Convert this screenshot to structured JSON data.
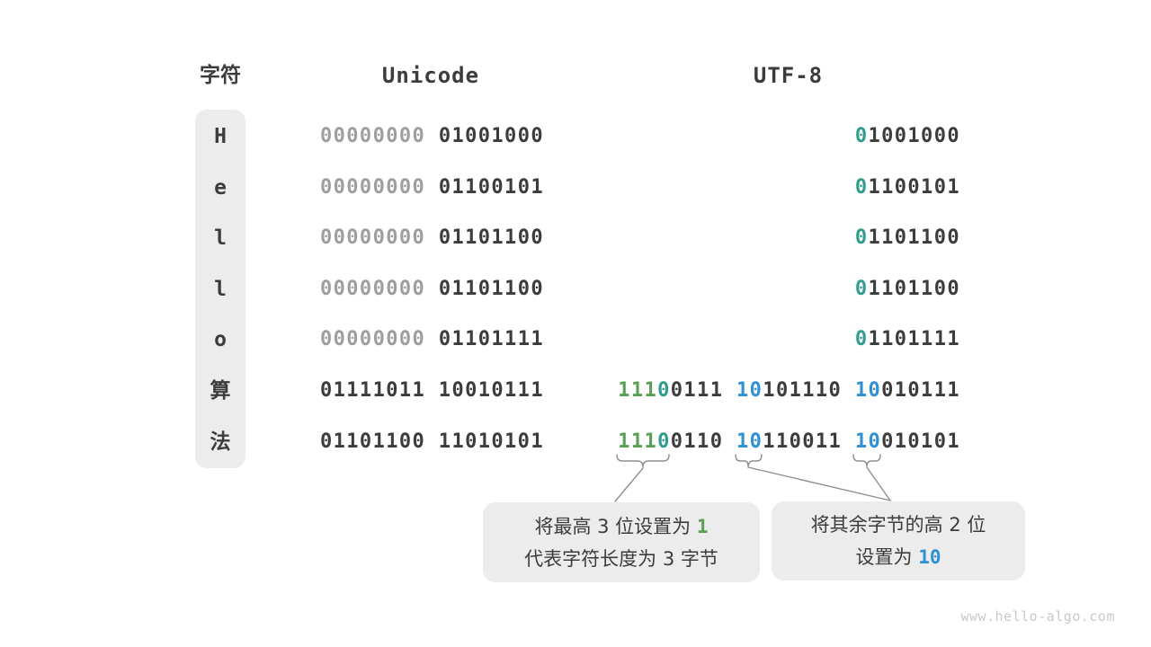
{
  "colors": {
    "dark": "#3c3c3c",
    "gray": "#9e9e9e",
    "teal": "#2f9c8e",
    "green": "#5aa054",
    "blue": "#2e90d5",
    "box_bg": "#ececec",
    "line": "#8f8f8f",
    "watermark": "#c9c9c9"
  },
  "header": {
    "char": "字符",
    "unicode": "Unicode",
    "utf8": "UTF-8"
  },
  "table": {
    "rows": [
      {
        "char": "H",
        "unicode": [
          {
            "t": "00000000",
            "c": "gray"
          },
          {
            "t": " 01001000",
            "c": "dark"
          }
        ],
        "utf8": [
          {
            "t": "0",
            "c": "teal"
          },
          {
            "t": "1001000",
            "c": "dark"
          }
        ]
      },
      {
        "char": "e",
        "unicode": [
          {
            "t": "00000000",
            "c": "gray"
          },
          {
            "t": " 01100101",
            "c": "dark"
          }
        ],
        "utf8": [
          {
            "t": "0",
            "c": "teal"
          },
          {
            "t": "1100101",
            "c": "dark"
          }
        ]
      },
      {
        "char": "l",
        "unicode": [
          {
            "t": "00000000",
            "c": "gray"
          },
          {
            "t": " 01101100",
            "c": "dark"
          }
        ],
        "utf8": [
          {
            "t": "0",
            "c": "teal"
          },
          {
            "t": "1101100",
            "c": "dark"
          }
        ]
      },
      {
        "char": "l",
        "unicode": [
          {
            "t": "00000000",
            "c": "gray"
          },
          {
            "t": " 01101100",
            "c": "dark"
          }
        ],
        "utf8": [
          {
            "t": "0",
            "c": "teal"
          },
          {
            "t": "1101100",
            "c": "dark"
          }
        ]
      },
      {
        "char": "o",
        "unicode": [
          {
            "t": "00000000",
            "c": "gray"
          },
          {
            "t": " 01101111",
            "c": "dark"
          }
        ],
        "utf8": [
          {
            "t": "0",
            "c": "teal"
          },
          {
            "t": "1101111",
            "c": "dark"
          }
        ]
      },
      {
        "char": "算",
        "unicode": [
          {
            "t": "01111011 10010111",
            "c": "dark"
          }
        ],
        "utf8": [
          {
            "t": "111",
            "c": "green"
          },
          {
            "t": "0",
            "c": "teal"
          },
          {
            "t": "0111 ",
            "c": "dark"
          },
          {
            "t": "10",
            "c": "blue"
          },
          {
            "t": "101110 ",
            "c": "dark"
          },
          {
            "t": "10",
            "c": "blue"
          },
          {
            "t": "010111",
            "c": "dark"
          }
        ]
      },
      {
        "char": "法",
        "unicode": [
          {
            "t": "01101100 11010101",
            "c": "dark"
          }
        ],
        "utf8": [
          {
            "t": "111",
            "c": "green"
          },
          {
            "t": "0",
            "c": "teal"
          },
          {
            "t": "0110 ",
            "c": "dark"
          },
          {
            "t": "10",
            "c": "blue"
          },
          {
            "t": "110011 ",
            "c": "dark"
          },
          {
            "t": "10",
            "c": "blue"
          },
          {
            "t": "010101",
            "c": "dark"
          }
        ]
      }
    ]
  },
  "callout_left": {
    "lines": [
      [
        {
          "t": "将最高 3 位设置为 ",
          "c": "cjk"
        },
        {
          "t": "1",
          "c": "green"
        }
      ],
      [
        {
          "t": "代表字符长度为 3 字节",
          "c": "cjk"
        }
      ]
    ]
  },
  "callout_right": {
    "lines": [
      [
        {
          "t": "将其余字节的高 2 位",
          "c": "cjk"
        }
      ],
      [
        {
          "t": "设置为 ",
          "c": "cjk"
        },
        {
          "t": "10",
          "c": "blue"
        }
      ]
    ]
  },
  "watermark": "www.hello-algo.com"
}
